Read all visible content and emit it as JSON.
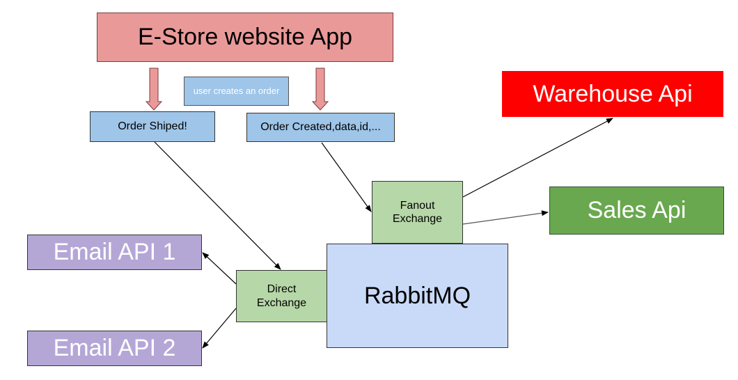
{
  "nodes": {
    "estore": "E-Store website App",
    "user_note": "user creates an order",
    "order_shipped": "Order Shiped!",
    "order_created": "Order Created,data,id,...",
    "warehouse": "Warehouse Api",
    "sales": "Sales Api",
    "rabbitmq": "RabbitMQ",
    "fanout": "Fanout\nExchange",
    "direct": "Direct\nExchange",
    "email1": "Email API 1",
    "email2": "Email API 2"
  },
  "colors": {
    "estore": "#ea9999",
    "message": "#9fc5e8",
    "exchange": "#b6d7a8",
    "rabbitmq": "#c9daf8",
    "warehouse": "#ff0000",
    "sales": "#6aa84f",
    "email": "#b4a7d6"
  }
}
